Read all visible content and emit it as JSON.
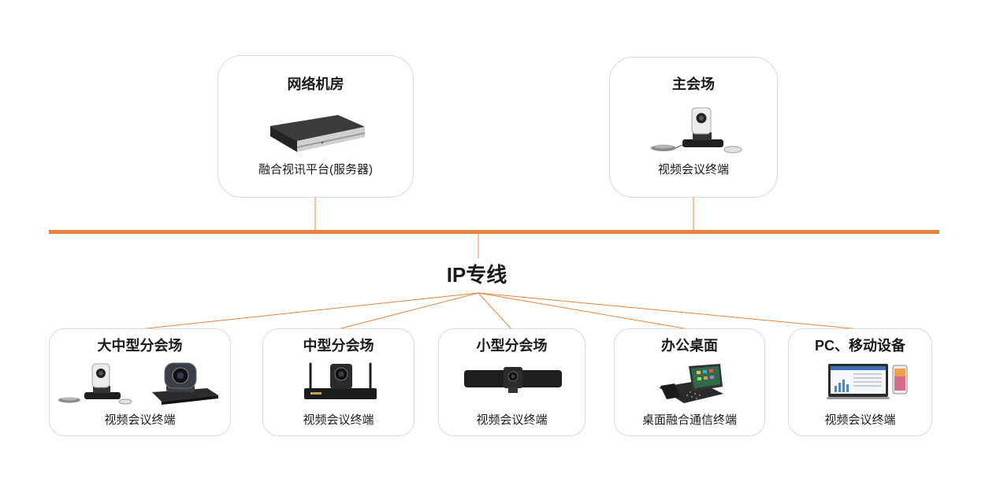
{
  "diagram": {
    "top_nodes": [
      {
        "title": "网络机房",
        "caption": "融合视讯平台(服务器)",
        "icon": "server-icon"
      },
      {
        "title": "主会场",
        "caption": "视频会议终端",
        "icon": "video-conference-terminal-icon"
      }
    ],
    "backbone": {
      "label": "IP专线"
    },
    "branch_nodes": [
      {
        "title": "大中型分会场",
        "caption": "视频会议终端",
        "icon": "video-conference-terminal-icon"
      },
      {
        "title": "中型分会场",
        "caption": "视频会议终端",
        "icon": "camera-terminal-icon"
      },
      {
        "title": "小型分会场",
        "caption": "视频会议终端",
        "icon": "soundbar-camera-icon"
      },
      {
        "title": "办公桌面",
        "caption": "桌面融合通信终端",
        "icon": "desk-phone-icon"
      },
      {
        "title": "PC、移动设备",
        "caption": "视频会议终端",
        "icon": "laptop-phone-icon"
      }
    ]
  },
  "colors": {
    "accent": "#E8843A",
    "border": "#D9D9D9",
    "text": "#1A1A1A"
  }
}
